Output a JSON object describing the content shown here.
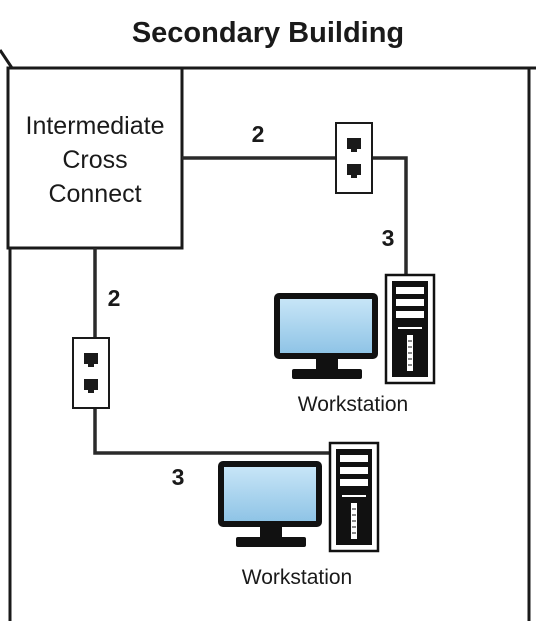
{
  "title": "Secondary Building",
  "cross_connect": {
    "line1": "Intermediate",
    "line2": "Cross",
    "line3": "Connect"
  },
  "cable_labels": {
    "icc_to_jack_right": "2",
    "jack_right_to_ws_right": "3",
    "icc_to_jack_left": "2",
    "jack_left_to_ws_bottom": "3"
  },
  "workstations": [
    {
      "label": "Workstation"
    },
    {
      "label": "Workstation"
    }
  ],
  "colors": {
    "screen": "#a9d4ef",
    "line": "#1a1a1a"
  }
}
